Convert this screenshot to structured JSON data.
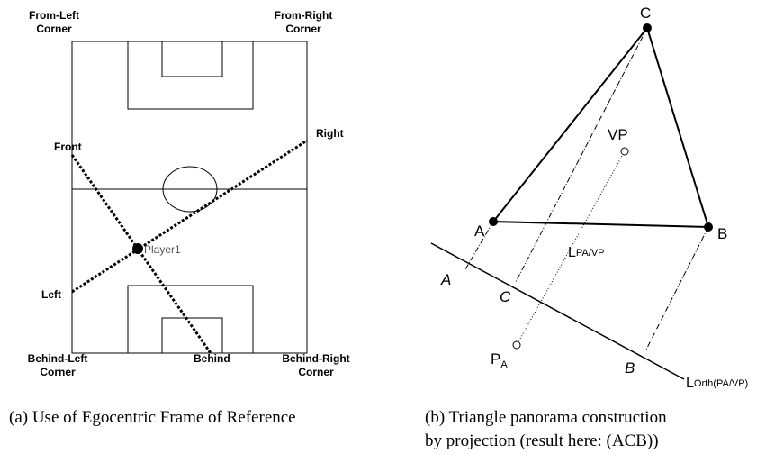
{
  "diagram_a": {
    "corner_from_left": [
      "From-Left",
      "Corner"
    ],
    "corner_from_right": [
      "From-Right",
      "Corner"
    ],
    "corner_behind_left": [
      "Behind-Left",
      "Corner"
    ],
    "corner_behind_right": [
      "Behind-Right",
      "Corner"
    ],
    "front": "Front",
    "right": "Right",
    "left": "Left",
    "behind": "Behind",
    "player": "Player1",
    "caption": "(a) Use of Egocentric Frame of Reference"
  },
  "diagram_b": {
    "point_c": "C",
    "point_a": "A",
    "point_b": "B",
    "vp": "VP",
    "pa_main": "P",
    "pa_sub": "A",
    "line_main": "L",
    "line_sub": "PA/VP",
    "proj_a": "A",
    "proj_c": "C",
    "proj_b": "B",
    "orth_main": "L",
    "orth_sub": "Orth(PA/VP)",
    "caption": [
      "(b) Triangle panorama construction",
      "by projection (result here: (ACB))"
    ]
  }
}
